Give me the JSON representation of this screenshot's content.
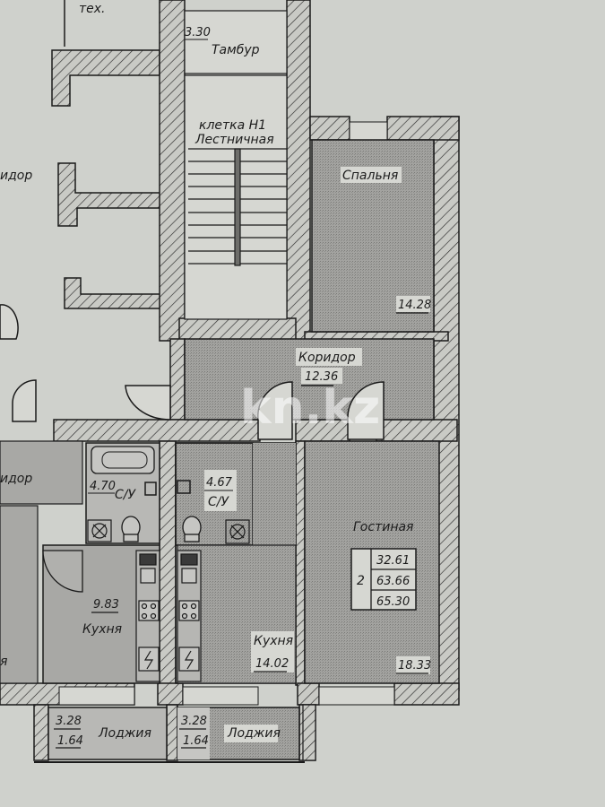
{
  "plan": {
    "colors": {
      "paper": "#cfd1cc",
      "room_fill": "#9c9c99",
      "wall_fill": "#c9cac5",
      "line": "#1a1a1a",
      "watermark": "#ffffff"
    },
    "watermark": "kn.kz",
    "apartment_badge": {
      "rooms": "2",
      "living_area": "32.61",
      "total_area": "63.66",
      "total_area_with_loggia": "65.30"
    },
    "rooms": {
      "tech": {
        "label": "тех."
      },
      "tambur": {
        "label": "Тамбур",
        "area": "3.30"
      },
      "stairwell": {
        "label_line1": "клетка Н1",
        "label_line2": "Лестничная"
      },
      "corridor_left_top": {
        "label": "идор"
      },
      "bedroom": {
        "label": "Спальня",
        "area": "14.28"
      },
      "corridor": {
        "label": "Коридор",
        "area": "12.36"
      },
      "corridor_left_bottom": {
        "label": "идор"
      },
      "bathroom_left": {
        "label": "С/У",
        "area": "4.70"
      },
      "bathroom_right": {
        "label": "С/У",
        "area": "4.67"
      },
      "kitchen_left": {
        "label": "Кухня",
        "area": "9.83"
      },
      "kitchen_right": {
        "label": "Кухня",
        "area": "14.02"
      },
      "living_room": {
        "label": "Гостиная",
        "area": "18.33"
      },
      "loggia_left": {
        "label": "Лоджия",
        "area": "3.28",
        "area_reduced": "1.64"
      },
      "loggia_right": {
        "label": "Лоджия",
        "area": "3.28",
        "area_reduced": "1.64"
      },
      "left_edge_fragment": {
        "label": "я"
      }
    }
  }
}
